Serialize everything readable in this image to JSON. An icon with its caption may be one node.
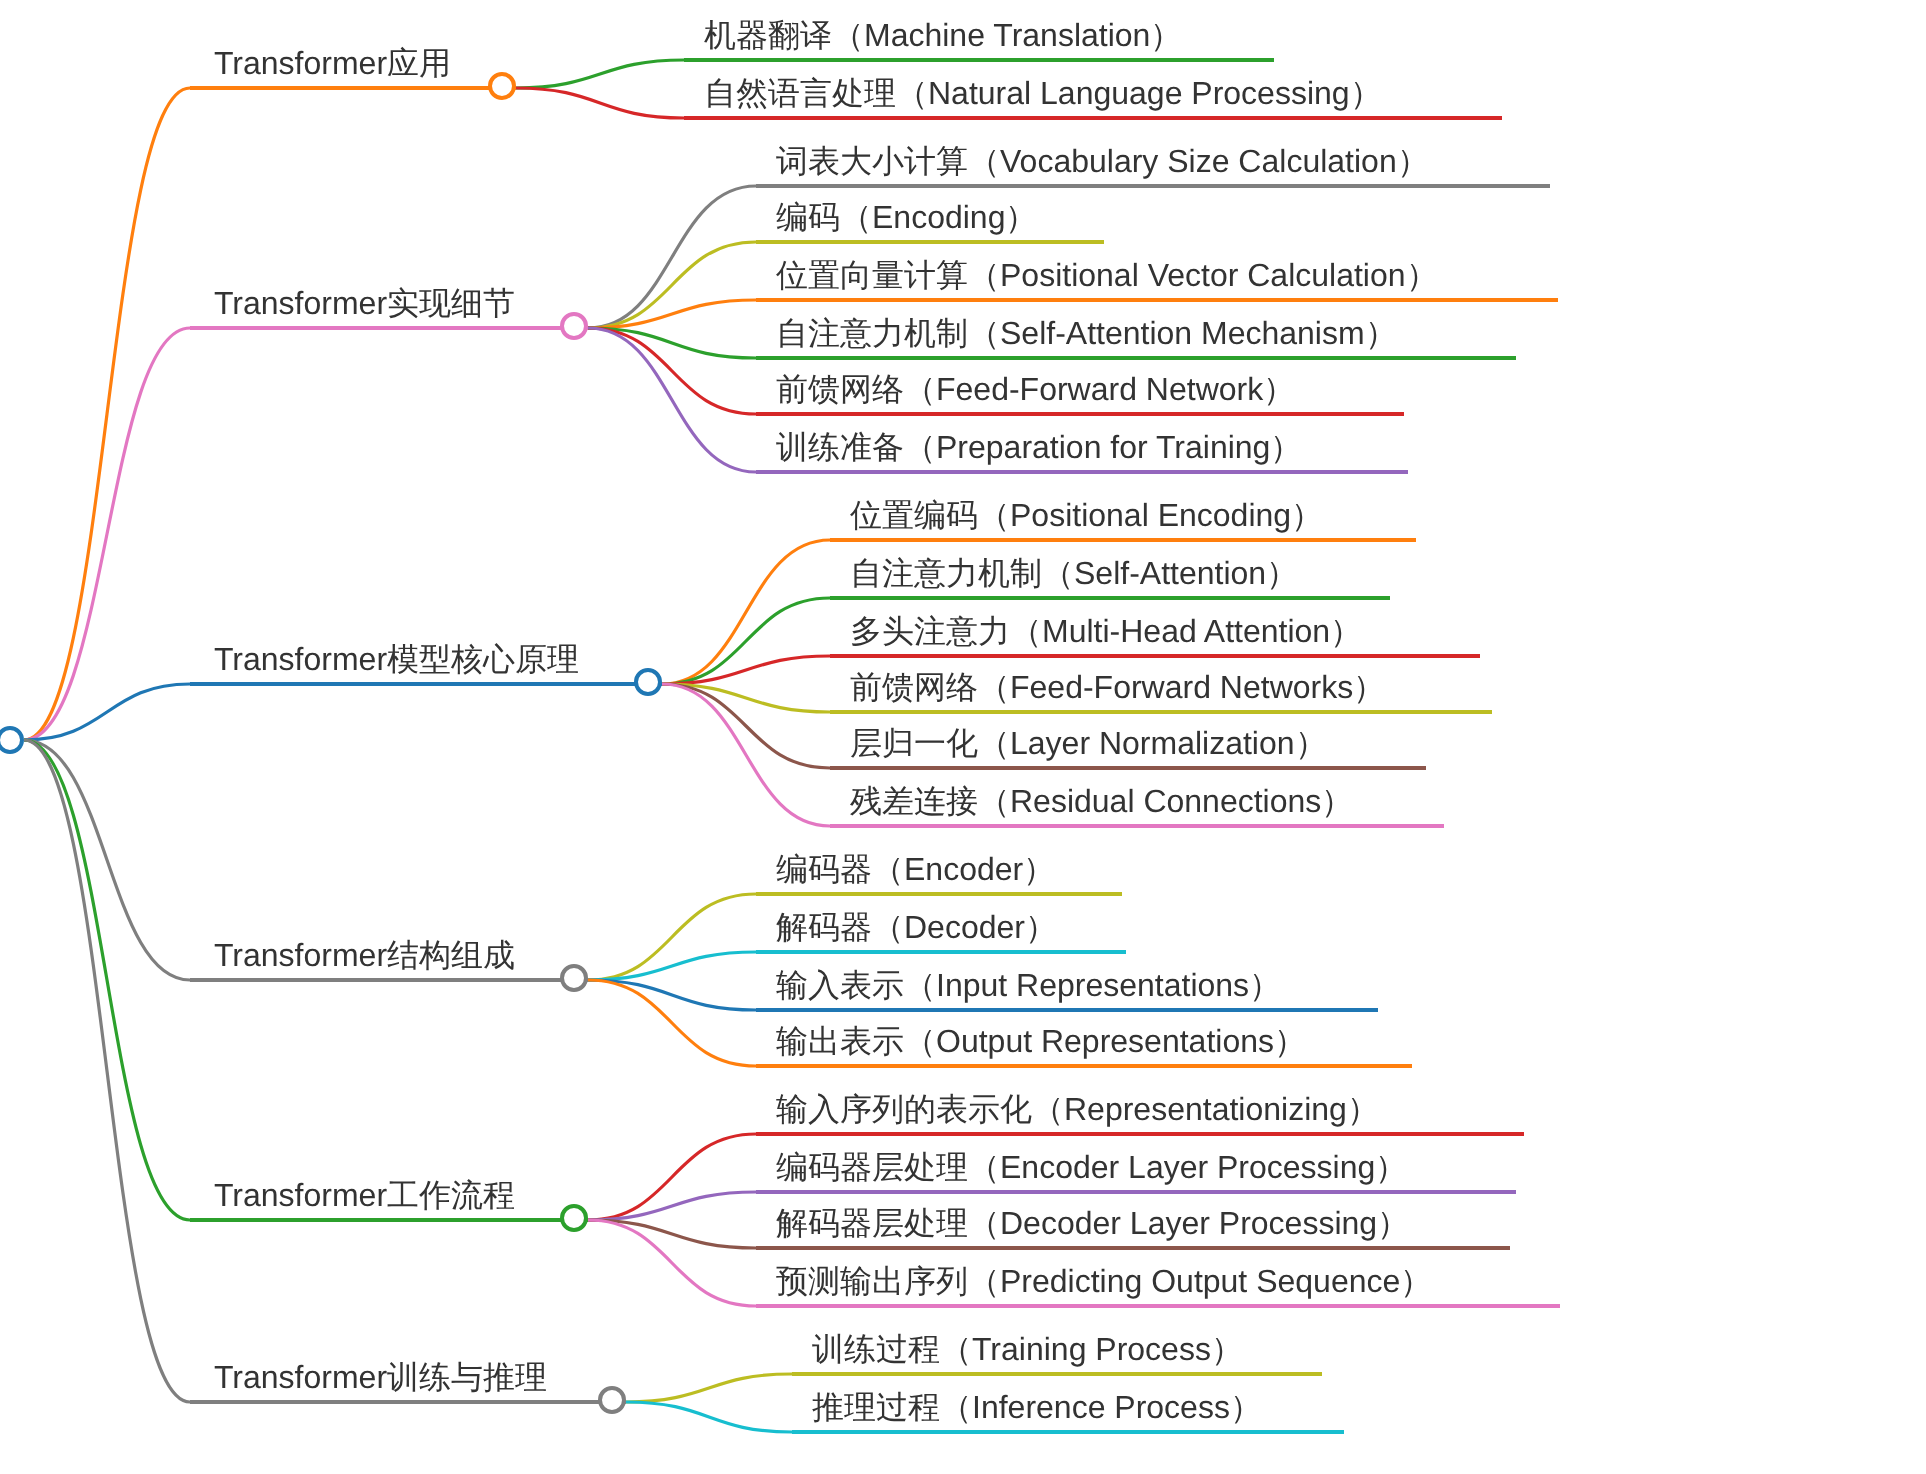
{
  "diagram": {
    "nodes": [
      {
        "text": [],
        "shape": "circle"
      },
      {
        "text": [
          "Transformer应用"
        ]
      },
      {
        "text": [
          "机器翻译（Machine Translation）"
        ]
      },
      {
        "text": [
          "自然语言处理（Natural Language Processing）"
        ]
      },
      {
        "text": [
          "Transformer实现细节"
        ]
      },
      {
        "text": [
          "词表大小计算（Vocabulary Size Calculation）"
        ]
      },
      {
        "text": [
          "编码（Encoding）"
        ]
      },
      {
        "text": [
          "位置向量计算（Positional Vector Calculation）"
        ]
      },
      {
        "text": [
          "自注意力机制（Self-Attention Mechanism）"
        ]
      },
      {
        "text": [
          "前馈网络（Feed-Forward Network）"
        ]
      },
      {
        "text": [
          "训练准备（Preparation for Training）"
        ]
      },
      {
        "text": [
          "Transformer模型核心原理"
        ]
      },
      {
        "text": [
          "位置编码（Positional Encoding）"
        ]
      },
      {
        "text": [
          "自注意力机制（Self-Attention）"
        ]
      },
      {
        "text": [
          "多头注意力（Multi-Head Attention）"
        ]
      },
      {
        "text": [
          "前馈网络（Feed-Forward Networks）"
        ]
      },
      {
        "text": [
          "层归一化（Layer Normalization）"
        ]
      },
      {
        "text": [
          "残差连接（Residual Connections）"
        ]
      },
      {
        "text": [
          "Transformer结构组成"
        ]
      },
      {
        "text": [
          "编码器（Encoder）"
        ]
      },
      {
        "text": [
          "解码器（Decoder）"
        ]
      },
      {
        "text": [
          "输入表示（Input Representations）"
        ]
      },
      {
        "text": [
          "输出表示（Output Representations）"
        ]
      },
      {
        "text": [
          "Transformer工作流程"
        ]
      },
      {
        "text": [
          "输入序列的表示化（Representationizing）"
        ]
      },
      {
        "text": [
          "编码器层处理（Encoder Layer Processing）"
        ]
      },
      {
        "text": [
          "解码器层处理（Decoder Layer Processing）"
        ]
      },
      {
        "text": [
          "预测输出序列（Predicting Output Sequence）"
        ]
      },
      {
        "text": [
          "Transformer训练与推理"
        ]
      },
      {
        "text": [
          "训练过程（Training Process）"
        ]
      },
      {
        "text": [
          "推理过程（Inference Process）"
        ]
      }
    ],
    "edges": [
      {
        "from": 0,
        "to": 1,
        "arrow": "none",
        "color": "#ff7f0e"
      },
      {
        "from": 1,
        "to": 2,
        "arrow": "none",
        "color": "#2ca02c"
      },
      {
        "from": 1,
        "to": 3,
        "arrow": "none",
        "color": "#d62728"
      },
      {
        "from": 0,
        "to": 4,
        "arrow": "none",
        "color": "#e377c2"
      },
      {
        "from": 4,
        "to": 5,
        "arrow": "none",
        "color": "#7f7f7f"
      },
      {
        "from": 4,
        "to": 6,
        "arrow": "none",
        "color": "#bcbd22"
      },
      {
        "from": 4,
        "to": 7,
        "arrow": "none",
        "color": "#ff7f0e"
      },
      {
        "from": 4,
        "to": 8,
        "arrow": "none",
        "color": "#2ca02c"
      },
      {
        "from": 4,
        "to": 9,
        "arrow": "none",
        "color": "#d62728"
      },
      {
        "from": 4,
        "to": 10,
        "arrow": "none",
        "color": "#9467bd"
      },
      {
        "from": 0,
        "to": 11,
        "arrow": "none",
        "color": "#1f77b4"
      },
      {
        "from": 11,
        "to": 12,
        "arrow": "none",
        "color": "#ff7f0e"
      },
      {
        "from": 11,
        "to": 13,
        "arrow": "none",
        "color": "#2ca02c"
      },
      {
        "from": 11,
        "to": 14,
        "arrow": "none",
        "color": "#d62728"
      },
      {
        "from": 11,
        "to": 15,
        "arrow": "none",
        "color": "#bcbd22"
      },
      {
        "from": 11,
        "to": 16,
        "arrow": "none",
        "color": "#8c564b"
      },
      {
        "from": 11,
        "to": 17,
        "arrow": "none",
        "color": "#e377c2"
      },
      {
        "from": 0,
        "to": 18,
        "arrow": "none",
        "color": "#7f7f7f"
      },
      {
        "from": 18,
        "to": 19,
        "arrow": "none",
        "color": "#bcbd22"
      },
      {
        "from": 18,
        "to": 20,
        "arrow": "none",
        "color": "#17becf"
      },
      {
        "from": 18,
        "to": 21,
        "arrow": "none",
        "color": "#1f77b4"
      },
      {
        "from": 18,
        "to": 22,
        "arrow": "none",
        "color": "#ff7f0e"
      },
      {
        "from": 0,
        "to": 23,
        "arrow": "none",
        "color": "#2ca02c"
      },
      {
        "from": 23,
        "to": 24,
        "arrow": "none",
        "color": "#d62728"
      },
      {
        "from": 23,
        "to": 25,
        "arrow": "none",
        "color": "#9467bd"
      },
      {
        "from": 23,
        "to": 26,
        "arrow": "none",
        "color": "#8c564b"
      },
      {
        "from": 23,
        "to": 27,
        "arrow": "none",
        "color": "#e377c2"
      },
      {
        "from": 0,
        "to": 28,
        "arrow": "none",
        "color": "#7f7f7f"
      },
      {
        "from": 28,
        "to": 29,
        "arrow": "none",
        "color": "#bcbd22"
      },
      {
        "from": 28,
        "to": 30,
        "arrow": "none",
        "color": "#17becf"
      }
    ]
  }
}
